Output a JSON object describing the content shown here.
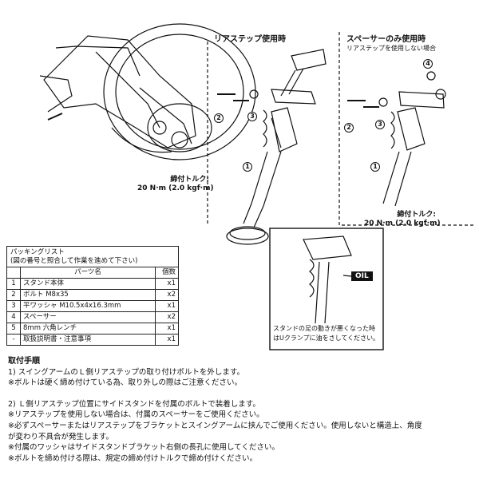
{
  "illustration": {
    "title_rear_step": "リアステップ使用時",
    "title_spacer_only": "スペーサーのみ使用時",
    "subtitle_spacer_only": "リアステップを使用しない場合",
    "torque_left_label": "締付トルク:",
    "torque_left_value": "20 N·m (2.0 kgf·m)",
    "torque_right_label": "締付トルク:",
    "torque_right_value": "20 N·m (2.0 kgf·m)",
    "oil_label": "OIL",
    "detail_note_line1": "スタンドの足の動きが悪くなった時",
    "detail_note_line2": "はUクランプに油をさしてください。",
    "callouts": [
      "1",
      "2",
      "3",
      "2",
      "3",
      "1",
      "4"
    ]
  },
  "packing_list": {
    "title": "パッキングリスト",
    "subtitle": "(図の番号と照合して作業を進めて下さい)",
    "headers": {
      "name": "パーツ名",
      "qty": "個数"
    },
    "rows": [
      {
        "no": "1",
        "name": "スタンド本体",
        "qty": "x1"
      },
      {
        "no": "2",
        "name": "ボルト M8x35",
        "qty": "x2"
      },
      {
        "no": "3",
        "name": "平ワッシャ M10.5x4x16.3mm",
        "qty": "x1"
      },
      {
        "no": "4",
        "name": "スペーサー",
        "qty": "x2"
      },
      {
        "no": "5",
        "name": "8mm 六角レンチ",
        "qty": "x1"
      },
      {
        "no": "-",
        "name": "取扱説明書・注意事項",
        "qty": "x1"
      }
    ]
  },
  "instructions": {
    "title": "取付手順",
    "step1_line1": "1) スイングアームのＬ側リアステップの取り付けボルトを外します。",
    "step1_line2": "※ボルトは硬く締め付けている為、取り外しの際はご注意ください。",
    "step2_line1": "2) Ｌ側リアステップ位置にサイドスタンドを付属のボルトで装着します。",
    "step2_line2": "※リアステップを使用しない場合は、付属のスペーサーをご使用ください。",
    "step2_line3": "※必ずスペーサーまたはリアステップをブラケットとスイングアームに挟んでご使用ください。使用しないと構造上、角度",
    "step2_line4": "が変わり不具合が発生します。",
    "step2_line5": "※付属のワッシャはサイドスタンドブラケット右側の長孔に使用してください。",
    "step2_line6": "※ボルトを締め付ける際は、規定の締め付けトルクで締め付けください。"
  }
}
